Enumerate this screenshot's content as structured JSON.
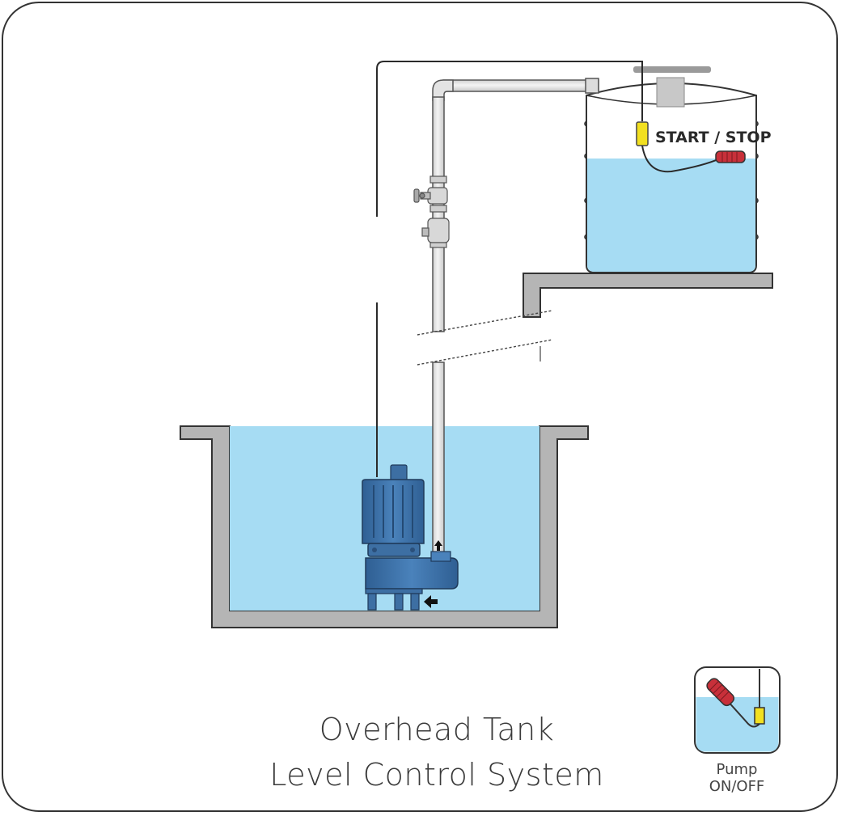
{
  "title": {
    "line1": "Overhead Tank",
    "line2": "Level Control System"
  },
  "tank": {
    "label": "START / STOP"
  },
  "legend": {
    "line1": "Pump",
    "line2": "ON/OFF",
    "icon": "float-switch-icon"
  },
  "colors": {
    "water": "#a6dcf3",
    "concrete": "#b4b4b4",
    "pump": "#3d6fa3",
    "float_red": "#c8303a",
    "float_yellow": "#f2e020",
    "pipe": "#e6e6e6"
  }
}
